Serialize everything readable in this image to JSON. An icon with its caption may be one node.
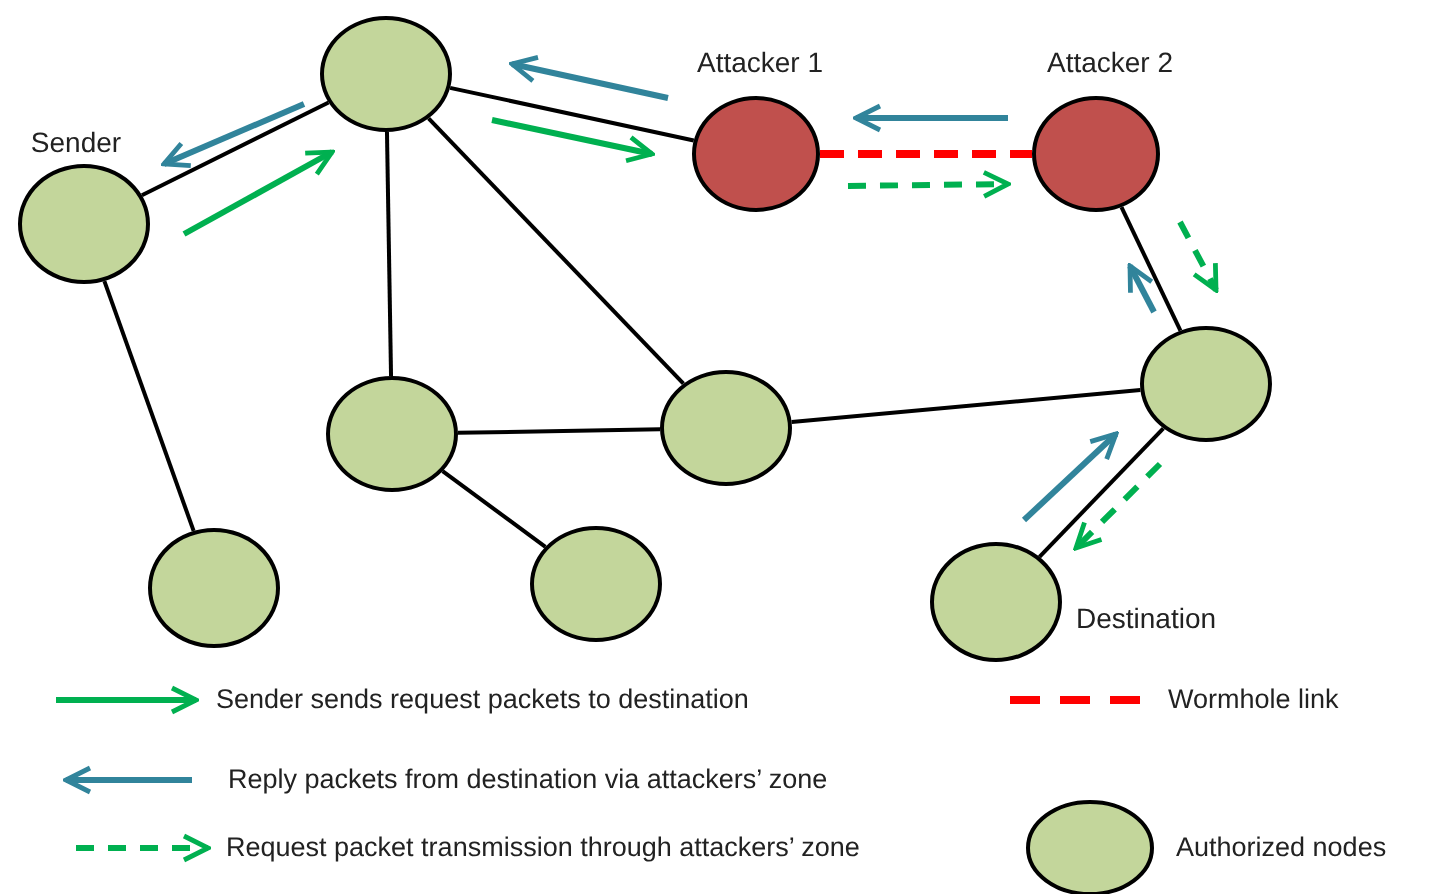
{
  "diagram": {
    "nodes": [
      {
        "text": [
          "Sender"
        ]
      },
      {
        "text": [],
        "shape": "circle"
      },
      {
        "text": [
          "Attacker 1"
        ]
      },
      {
        "text": [
          "Attacker 2"
        ]
      },
      {
        "text": [],
        "shape": "circle"
      },
      {
        "text": [],
        "shape": "circle"
      },
      {
        "text": [],
        "shape": "circle"
      },
      {
        "text": [],
        "shape": "circle"
      },
      {
        "text": [],
        "shape": "circle"
      },
      {
        "text": [
          "Destination"
        ]
      }
    ],
    "edges": [
      {
        "from": 0,
        "to": 1,
        "arrow": "none"
      },
      {
        "from": 0,
        "to": 7,
        "arrow": "none"
      },
      {
        "from": 1,
        "to": 2,
        "arrow": "none"
      },
      {
        "from": 1,
        "to": 4,
        "arrow": "none"
      },
      {
        "from": 1,
        "to": 5,
        "arrow": "none"
      },
      {
        "from": 2,
        "to": 3,
        "arrow": "none",
        "style": "dashed",
        "color": "#ff0000"
      },
      {
        "from": 4,
        "to": 5,
        "arrow": "none"
      },
      {
        "from": 4,
        "to": 8,
        "arrow": "none"
      },
      {
        "from": 5,
        "to": 6,
        "arrow": "none"
      },
      {
        "from": 6,
        "to": 3,
        "arrow": "none"
      },
      {
        "from": 6,
        "to": 9,
        "arrow": "none"
      }
    ],
    "legend": [
      {
        "text": "Sender sends request packets to destination"
      },
      {
        "text": "Wormhole link"
      },
      {
        "text": "Reply packets from destination via attackers’ zone"
      },
      {
        "text": "Request packet transmission through attackers’ zone"
      },
      {
        "text": "Authorized nodes",
        "color": "#c3d69b"
      }
    ]
  }
}
